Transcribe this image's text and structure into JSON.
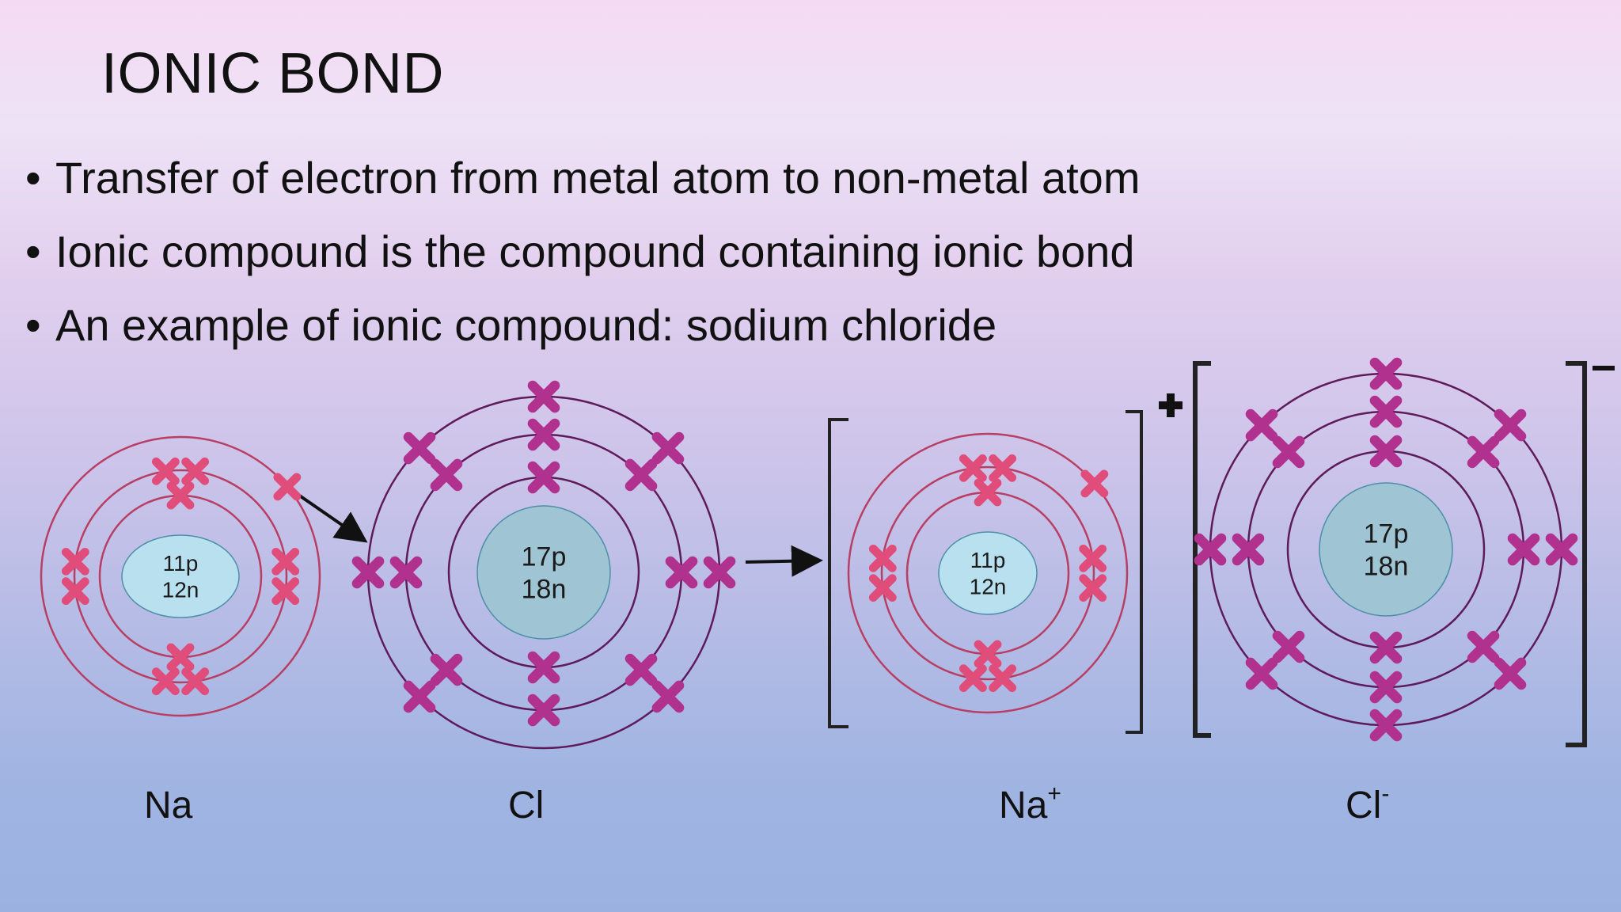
{
  "slide": {
    "title": "IONIC BOND",
    "bullets": [
      "Transfer of electron from metal atom to non-metal atom",
      "Ionic compound is the compound containing ionic bond",
      "An example of ionic compound: sodium chloride"
    ]
  },
  "diagram": {
    "atoms": [
      {
        "label": "Na",
        "charge": "",
        "protons": "11p",
        "neutrons": "12n",
        "shells": [
          2,
          8,
          1
        ]
      },
      {
        "label": "Cl",
        "charge": "",
        "protons": "17p",
        "neutrons": "18n",
        "shells": [
          2,
          8,
          7
        ]
      },
      {
        "label": "Na",
        "charge": "+",
        "protons": "11p",
        "neutrons": "12n",
        "shells": [
          2,
          8,
          1
        ]
      },
      {
        "label": "Cl",
        "charge": "-",
        "protons": "17p",
        "neutrons": "18n",
        "shells": [
          2,
          8,
          8
        ]
      }
    ],
    "colors": {
      "na_shell": "#b83e64",
      "na_electron": "#e14d7a",
      "cl_shell": "#5e1a5a",
      "cl_electron": "#b1318f",
      "nucleus_na": "#b9e0ef",
      "nucleus_cl": "#9fc4d3"
    }
  }
}
